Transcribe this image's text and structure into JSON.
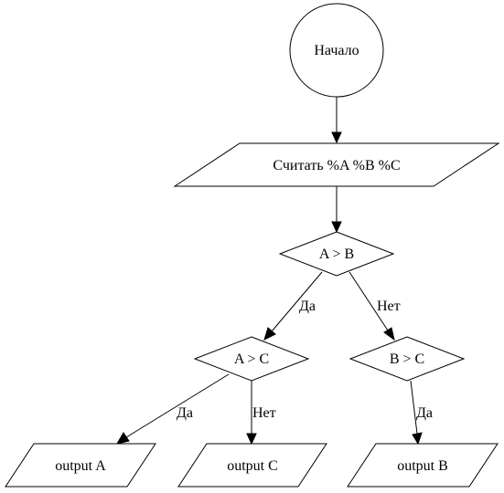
{
  "nodes": {
    "start": "Начало",
    "read": "Считать %A %B %C",
    "cond_ab": "A > B",
    "cond_ac": "A > C",
    "cond_bc": "B > C",
    "out_a": "output A",
    "out_c": "output C",
    "out_b": "output B"
  },
  "edges": {
    "ab_to_ac": "Да",
    "ab_to_bc": "Нет",
    "ac_to_a": "Да",
    "ac_to_c": "Нет",
    "bc_to_b": "Да"
  },
  "colors": {
    "stroke": "#000000",
    "fill": "#ffffff"
  }
}
